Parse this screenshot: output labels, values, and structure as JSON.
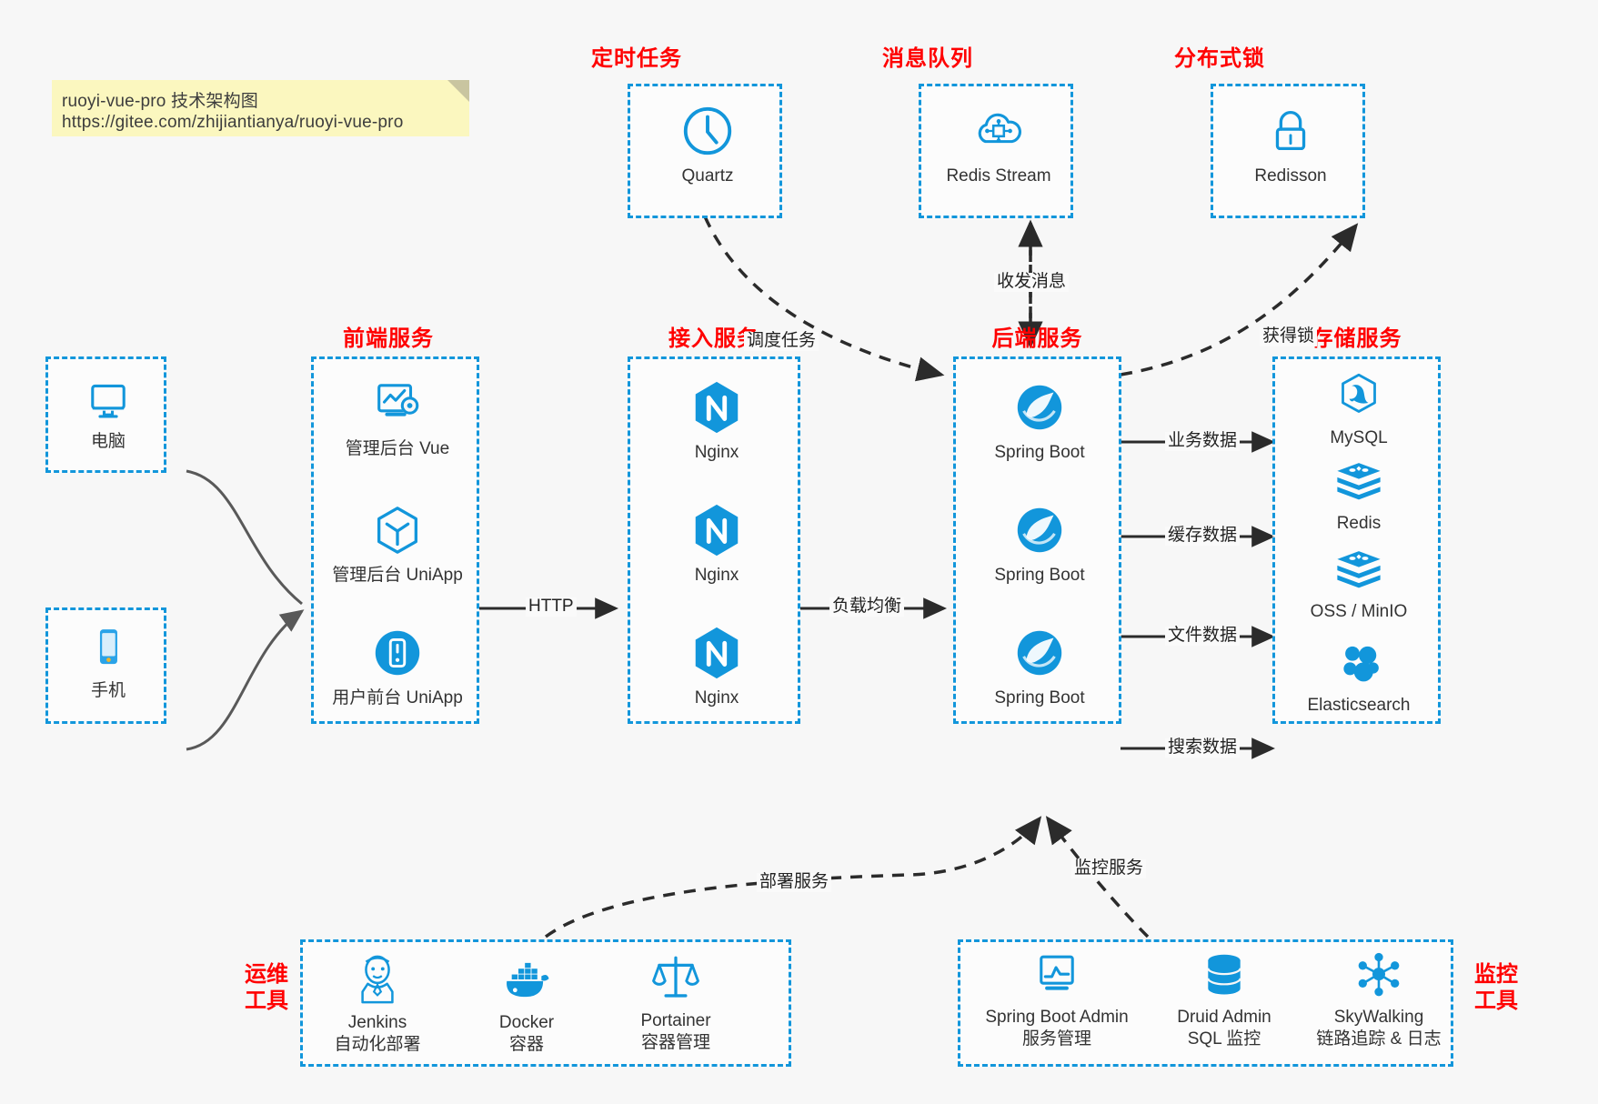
{
  "note": {
    "line1": "ruoyi-vue-pro 技术架构图",
    "line2": "https://gitee.com/zhijiantianya/ruoyi-vue-pro"
  },
  "groups": {
    "scheduler": {
      "title": "定时任务",
      "nodes": [
        {
          "label": "Quartz",
          "icon": "clock-icon"
        }
      ]
    },
    "mq": {
      "title": "消息队列",
      "nodes": [
        {
          "label": "Redis Stream",
          "icon": "cloud-stream-icon"
        }
      ]
    },
    "lock": {
      "title": "分布式锁",
      "nodes": [
        {
          "label": "Redisson",
          "icon": "lock-icon"
        }
      ]
    },
    "clients": {
      "title": "",
      "nodes": [
        {
          "label": "电脑",
          "icon": "desktop-icon"
        },
        {
          "label": "手机",
          "icon": "phone-icon"
        }
      ]
    },
    "frontend": {
      "title": "前端服务",
      "nodes": [
        {
          "label": "管理后台 Vue",
          "icon": "dashboard-vue-icon"
        },
        {
          "label": "管理后台 UniApp",
          "icon": "uniapp-hex-icon"
        },
        {
          "label": "用户前台 UniApp",
          "icon": "uniapp-round-icon"
        }
      ]
    },
    "gateway": {
      "title": "接入服务",
      "nodes": [
        {
          "label": "Nginx",
          "icon": "nginx-icon"
        },
        {
          "label": "Nginx",
          "icon": "nginx-icon"
        },
        {
          "label": "Nginx",
          "icon": "nginx-icon"
        }
      ]
    },
    "backend": {
      "title": "后端服务",
      "nodes": [
        {
          "label": "Spring Boot",
          "icon": "spring-icon"
        },
        {
          "label": "Spring Boot",
          "icon": "spring-icon"
        },
        {
          "label": "Spring Boot",
          "icon": "spring-icon"
        }
      ]
    },
    "storage": {
      "title": "存储服务",
      "nodes": [
        {
          "label": "MySQL",
          "icon": "mysql-icon"
        },
        {
          "label": "Redis",
          "icon": "redis-icon"
        },
        {
          "label": "OSS / MinIO",
          "icon": "minio-icon"
        },
        {
          "label": "Elasticsearch",
          "icon": "elasticsearch-icon"
        }
      ]
    },
    "devops": {
      "title": "运维\n工具",
      "title_l1": "运维",
      "title_l2": "工具",
      "nodes": [
        {
          "label": "Jenkins",
          "sublabel": "自动化部署",
          "icon": "jenkins-icon"
        },
        {
          "label": "Docker",
          "sublabel": "容器",
          "icon": "docker-icon"
        },
        {
          "label": "Portainer",
          "sublabel": "容器管理",
          "icon": "portainer-icon"
        }
      ]
    },
    "monitor": {
      "title": "监控\n工具",
      "title_l1": "监控",
      "title_l2": "工具",
      "nodes": [
        {
          "label": "Spring Boot Admin",
          "sublabel": "服务管理",
          "icon": "monitor-chart-icon"
        },
        {
          "label": "Druid Admin",
          "sublabel": "SQL 监控",
          "icon": "database-icon"
        },
        {
          "label": "SkyWalking",
          "sublabel": "链路追踪 & 日志",
          "icon": "skywalking-icon"
        }
      ]
    }
  },
  "edges": {
    "http": "HTTP",
    "load_balance": "负载均衡",
    "schedule_task": "调度任务",
    "send_receive_message": "收发消息",
    "acquire_lock": "获得锁",
    "business_data": "业务数据",
    "cache_data": "缓存数据",
    "file_data": "文件数据",
    "search_data": "搜索数据",
    "deploy_service": "部署服务",
    "monitor_service": "监控服务"
  },
  "colors": {
    "accent_blue": "#1296db",
    "title_red": "#ff0000",
    "background": "#f7f7f7",
    "note_yellow": "#fbf7bf",
    "edge_dark": "#2b2b2b",
    "edge_gray": "#595959"
  }
}
